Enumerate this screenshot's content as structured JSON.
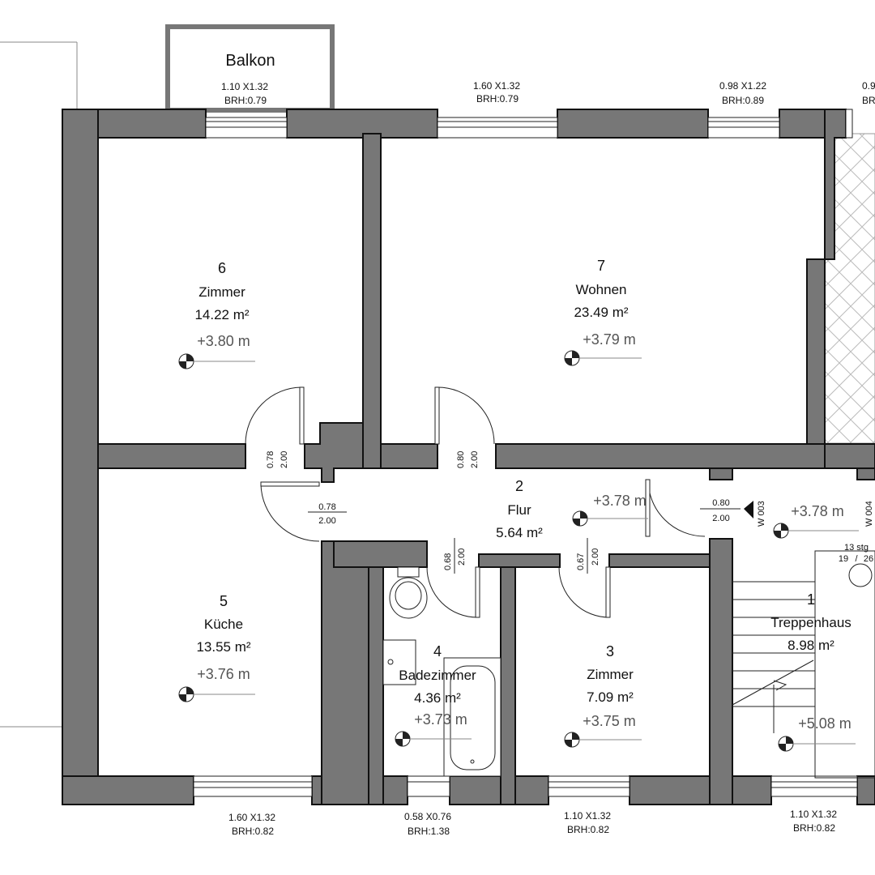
{
  "balcony": {
    "label": "Balkon",
    "window": "1.10 X1.32",
    "brh": "BRH:0.79"
  },
  "windows": [
    {
      "size": "1.60 X1.32",
      "brh": "BRH:0.79"
    },
    {
      "size": "0.98 X1.22",
      "brh": "BRH:0.89"
    },
    {
      "size": "0.9",
      "brh": "BRH:"
    },
    {
      "size": "1.60 X1.32",
      "brh": "BRH:0.82"
    },
    {
      "size": "0.58 X0.76",
      "brh": "BRH:1.38"
    },
    {
      "size": "1.10 X1.32",
      "brh": "BRH:0.82"
    },
    {
      "size": "1.10 X1.32",
      "brh": "BRH:0.82"
    }
  ],
  "rooms": [
    {
      "num": "6",
      "name": "Zimmer",
      "area": "14.22 m²",
      "level": "+3.80 m"
    },
    {
      "num": "7",
      "name": "Wohnen",
      "area": "23.49 m²",
      "level": "+3.79 m"
    },
    {
      "num": "2",
      "name": "Flur",
      "area": "5.64 m²",
      "level": "+3.78 m"
    },
    {
      "num": "5",
      "name": "Küche",
      "area": "13.55 m²",
      "level": "+3.76 m"
    },
    {
      "num": "4",
      "name": "Badezimmer",
      "area": "4.36 m²",
      "level": "+3.73 m"
    },
    {
      "num": "3",
      "name": "Zimmer",
      "area": "7.09 m²",
      "level": "+3.75 m"
    },
    {
      "num": "1",
      "name": "Treppenhaus",
      "area": "8.98 m²",
      "level": "+5.08 m"
    }
  ],
  "landing_level": "+3.78 m",
  "doors": [
    {
      "w": "0.78",
      "h": "2.00"
    },
    {
      "w": "0.80",
      "h": "2.00"
    },
    {
      "w": "0.78",
      "h": "2.00"
    },
    {
      "w": "0.68",
      "h": "2.00"
    },
    {
      "w": "0.67",
      "h": "2.00"
    },
    {
      "w": "0.80",
      "h": "2.00"
    }
  ],
  "wall_tags": [
    "W 003",
    "W 004"
  ],
  "stairs": {
    "steps": "13 stg",
    "count_a": "19",
    "sep": "/",
    "count_b": "26"
  }
}
